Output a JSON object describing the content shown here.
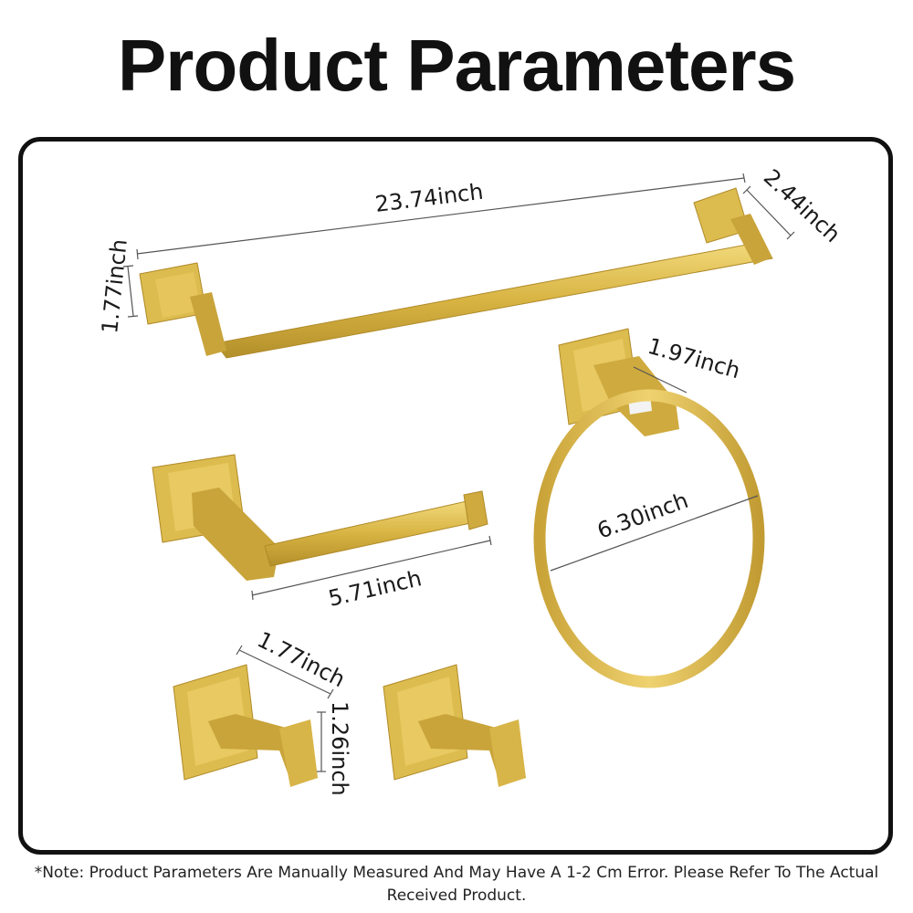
{
  "title": "Product Parameters",
  "dimensions": {
    "towel_bar_length": "23.74inch",
    "towel_bar_height": "1.77inch",
    "towel_bar_depth": "2.44inch",
    "ring_depth": "1.97inch",
    "ring_diameter": "6.30inch",
    "holder_length": "5.71inch",
    "hook_width": "1.77inch",
    "hook_height": "1.26inch"
  },
  "note": "*Note: Product Parameters Are Manually Measured And May Have A 1-2 Cm Error. Please Refer To The Actual Received Product.",
  "colors": {
    "gold": "#d9b84a",
    "gold_dark": "#b8952c",
    "gold_light": "#f0d675"
  }
}
